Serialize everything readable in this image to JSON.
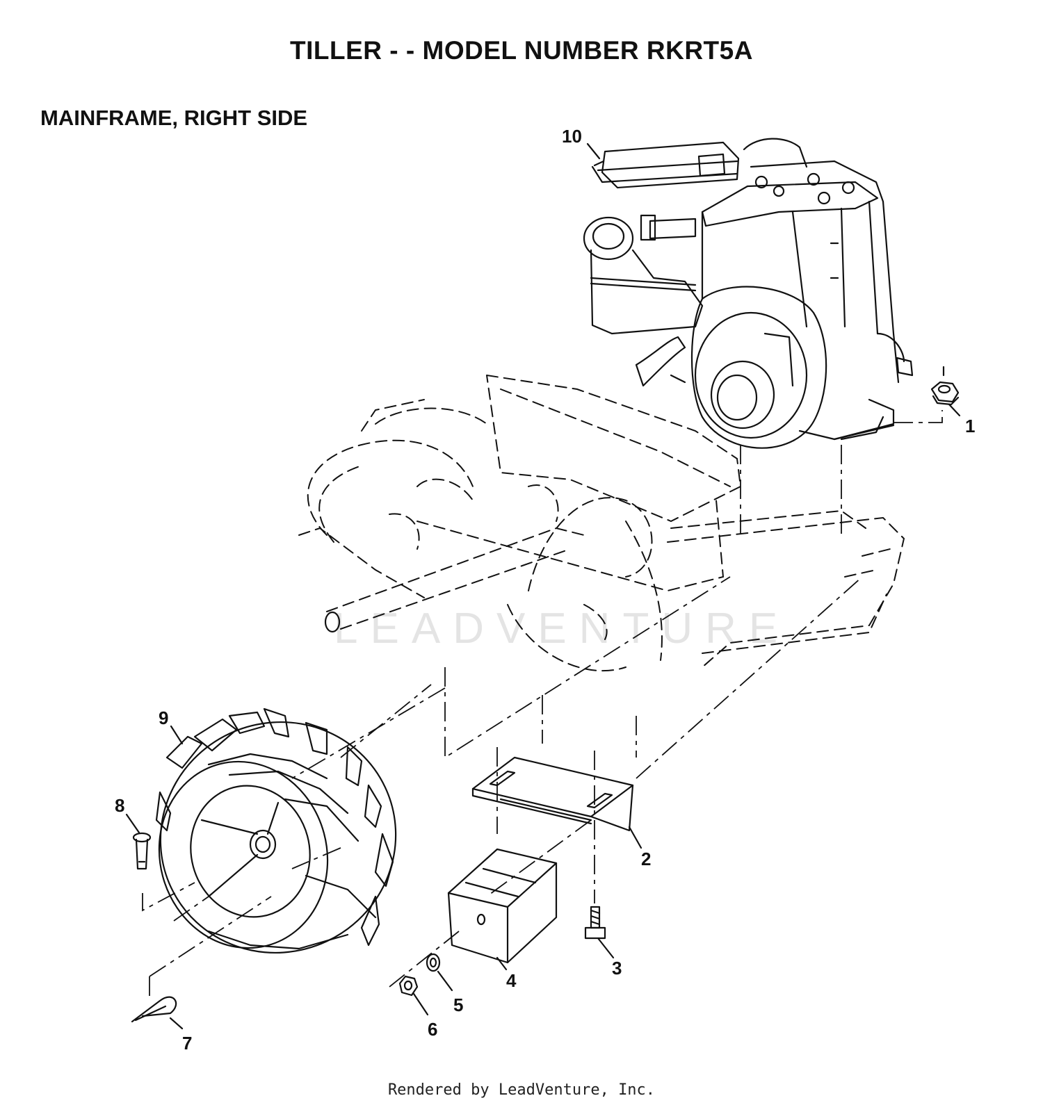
{
  "header": {
    "title": "TILLER - - MODEL NUMBER RKRT5A",
    "subtitle": "MAINFRAME, RIGHT SIDE"
  },
  "watermark": "LEADVENTURE",
  "footer": "Rendered by LeadVenture, Inc.",
  "parts": [
    {
      "number": "1",
      "name": "nut"
    },
    {
      "number": "2",
      "name": "bracket"
    },
    {
      "number": "3",
      "name": "bolt"
    },
    {
      "number": "4",
      "name": "weight"
    },
    {
      "number": "5",
      "name": "lock-washer"
    },
    {
      "number": "6",
      "name": "nut"
    },
    {
      "number": "7",
      "name": "hairpin-clip"
    },
    {
      "number": "8",
      "name": "clevis-pin"
    },
    {
      "number": "9",
      "name": "wheel"
    },
    {
      "number": "10",
      "name": "engine"
    }
  ]
}
